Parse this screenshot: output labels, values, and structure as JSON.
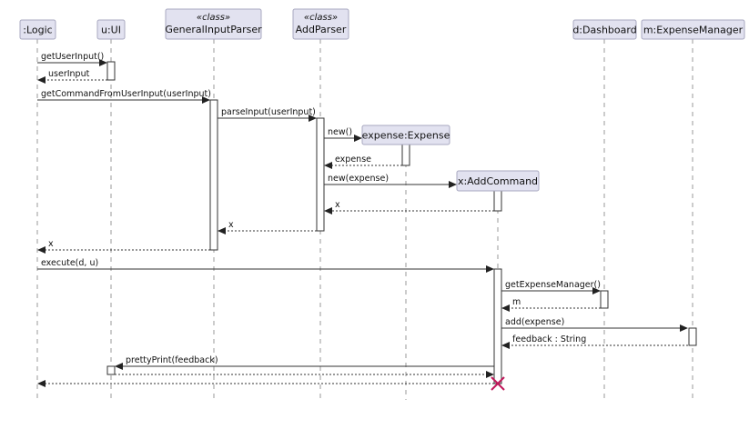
{
  "diagram": {
    "type": "sequence",
    "participants": [
      {
        "id": "logic",
        "label": ":Logic"
      },
      {
        "id": "ui",
        "label": "u:UI"
      },
      {
        "id": "gip",
        "label": "GeneralInputParser",
        "stereotype": "«class»"
      },
      {
        "id": "ap",
        "label": "AddParser",
        "stereotype": "«class»"
      },
      {
        "id": "expense",
        "label": "expense:Expense",
        "created": true
      },
      {
        "id": "cmd",
        "label": "x:AddCommand",
        "created": true,
        "destroyed": true
      },
      {
        "id": "dash",
        "label": "d:Dashboard"
      },
      {
        "id": "em",
        "label": "m:ExpenseManager"
      }
    ],
    "messages": [
      {
        "from": "logic",
        "to": "ui",
        "label": "getUserInput()",
        "kind": "call"
      },
      {
        "from": "ui",
        "to": "logic",
        "label": "userInput",
        "kind": "return"
      },
      {
        "from": "logic",
        "to": "gip",
        "label": "getCommandFromUserInput(userInput)",
        "kind": "call"
      },
      {
        "from": "gip",
        "to": "ap",
        "label": "parseInput(userInput)",
        "kind": "call"
      },
      {
        "from": "ap",
        "to": "expense",
        "label": "new()",
        "kind": "create"
      },
      {
        "from": "expense",
        "to": "ap",
        "label": "expense",
        "kind": "return"
      },
      {
        "from": "ap",
        "to": "cmd",
        "label": "new(expense)",
        "kind": "create"
      },
      {
        "from": "cmd",
        "to": "ap",
        "label": "x",
        "kind": "return"
      },
      {
        "from": "ap",
        "to": "gip",
        "label": "x",
        "kind": "return"
      },
      {
        "from": "gip",
        "to": "logic",
        "label": "x",
        "kind": "return"
      },
      {
        "from": "logic",
        "to": "cmd",
        "label": "execute(d, u)",
        "kind": "call"
      },
      {
        "from": "cmd",
        "to": "dash",
        "label": "getExpenseManager()",
        "kind": "call"
      },
      {
        "from": "dash",
        "to": "cmd",
        "label": "m",
        "kind": "return"
      },
      {
        "from": "cmd",
        "to": "em",
        "label": "add(expense)",
        "kind": "call"
      },
      {
        "from": "em",
        "to": "cmd",
        "label": "feedback : String",
        "kind": "return"
      },
      {
        "from": "cmd",
        "to": "ui",
        "label": "prettyPrint(feedback)",
        "kind": "call"
      },
      {
        "from": "ui",
        "to": "cmd",
        "label": "",
        "kind": "return"
      },
      {
        "from": "cmd",
        "to": "logic",
        "label": "",
        "kind": "return"
      }
    ],
    "colors": {
      "participant_fill": "#e2e2f0",
      "participant_border": "#a8a8c0",
      "destroy": "#c2185b",
      "title_strip": "#2a4fd0"
    }
  }
}
